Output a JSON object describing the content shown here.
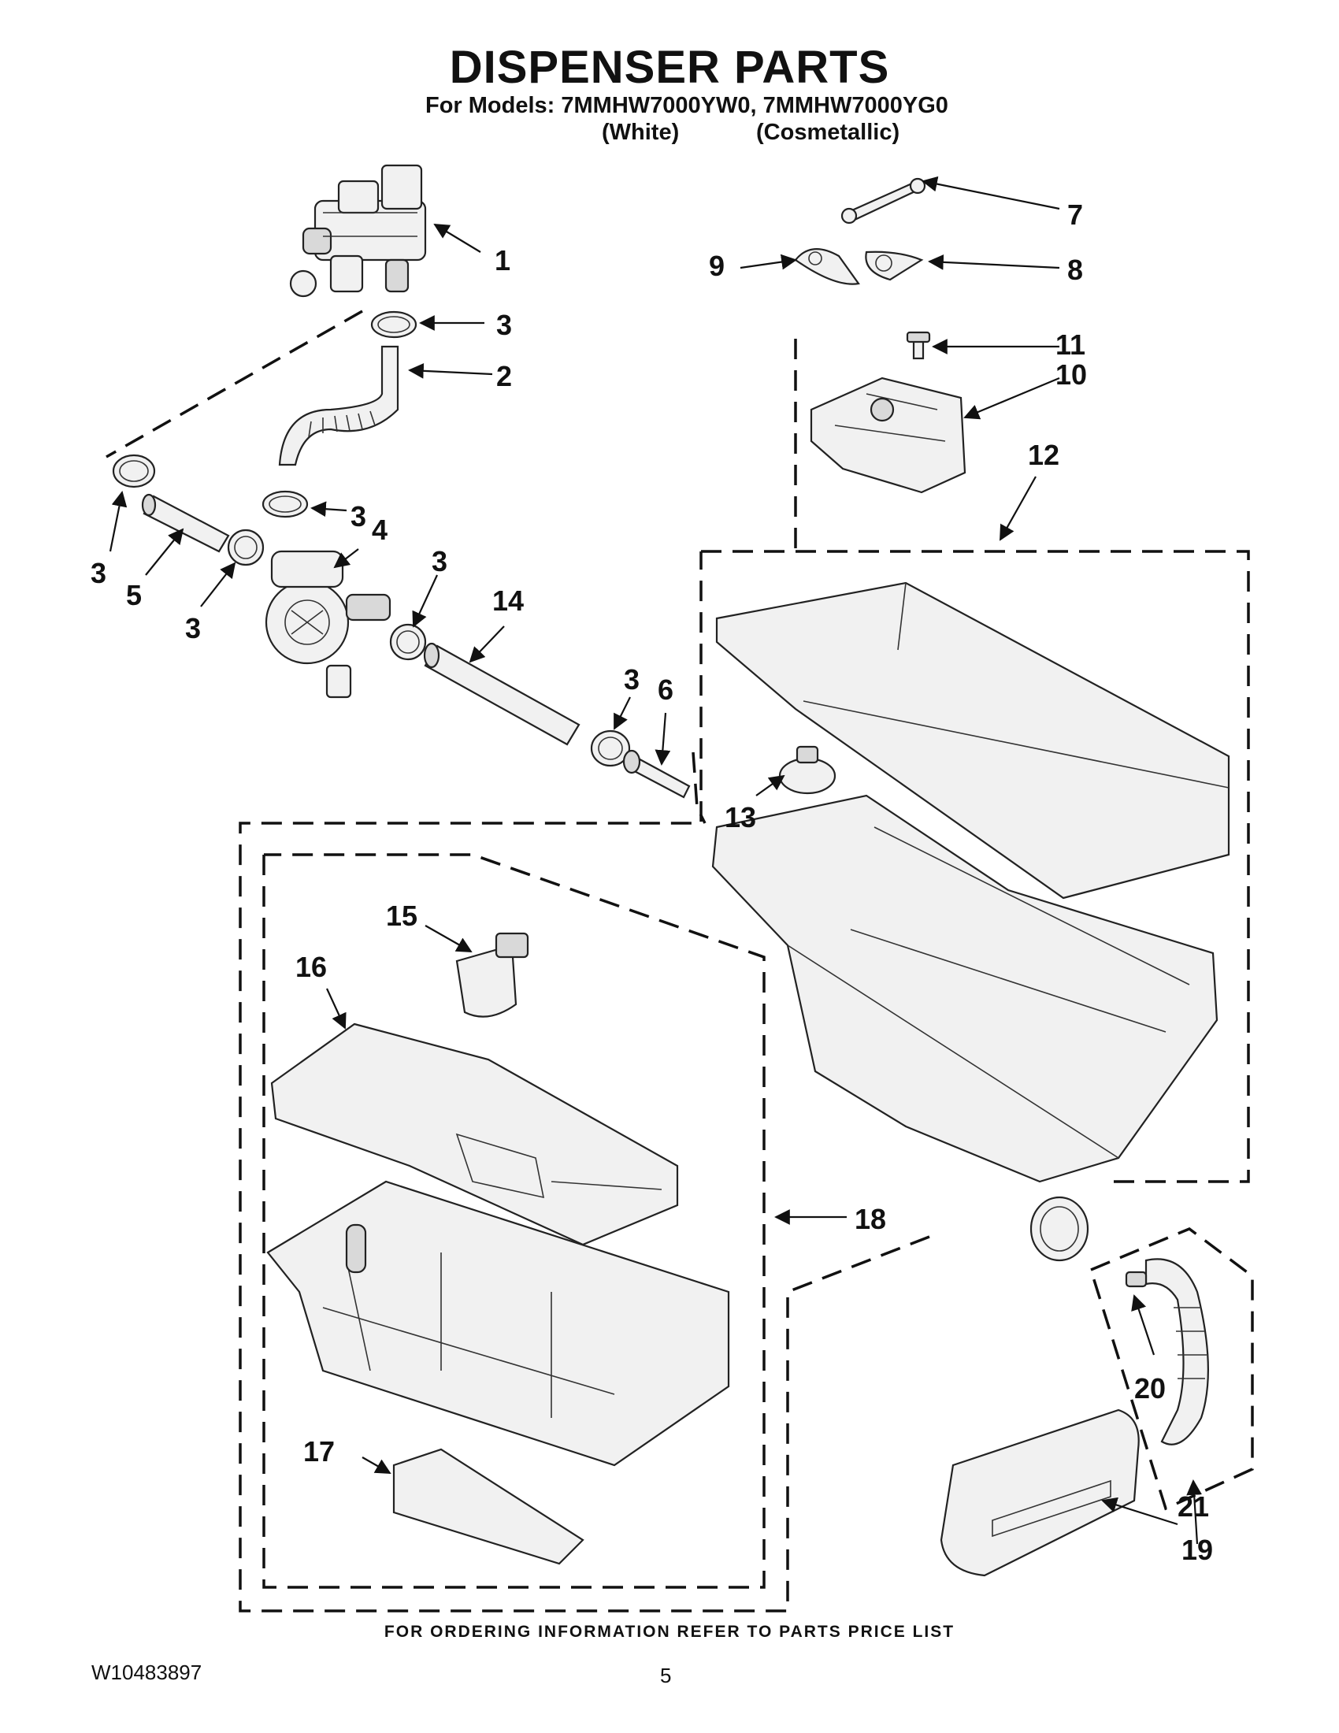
{
  "header": {
    "title": "DISPENSER PARTS",
    "subtitle": "For Models: 7MMHW7000YW0, 7MMHW7000YG0",
    "variant_white": "(White)",
    "variant_cosmetallic": "(Cosmetallic)"
  },
  "callouts": [
    {
      "id": "c1",
      "label": "1"
    },
    {
      "id": "c2",
      "label": "2"
    },
    {
      "id": "c3a",
      "label": "3"
    },
    {
      "id": "c3b",
      "label": "3"
    },
    {
      "id": "c3c",
      "label": "3"
    },
    {
      "id": "c3d",
      "label": "3"
    },
    {
      "id": "c3e",
      "label": "3"
    },
    {
      "id": "c3f",
      "label": "3"
    },
    {
      "id": "c4",
      "label": "4"
    },
    {
      "id": "c5",
      "label": "5"
    },
    {
      "id": "c6",
      "label": "6"
    },
    {
      "id": "c7",
      "label": "7"
    },
    {
      "id": "c8",
      "label": "8"
    },
    {
      "id": "c9",
      "label": "9"
    },
    {
      "id": "c10",
      "label": "10"
    },
    {
      "id": "c11",
      "label": "11"
    },
    {
      "id": "c12",
      "label": "12"
    },
    {
      "id": "c13",
      "label": "13"
    },
    {
      "id": "c14",
      "label": "14"
    },
    {
      "id": "c15",
      "label": "15"
    },
    {
      "id": "c16",
      "label": "16"
    },
    {
      "id": "c17",
      "label": "17"
    },
    {
      "id": "c18",
      "label": "18"
    },
    {
      "id": "c19",
      "label": "19"
    },
    {
      "id": "c20",
      "label": "20"
    },
    {
      "id": "c21",
      "label": "21"
    }
  ],
  "footer": {
    "ordering_note": "FOR ORDERING INFORMATION REFER TO PARTS PRICE LIST",
    "document_number": "W10483897",
    "page_number": "5"
  }
}
